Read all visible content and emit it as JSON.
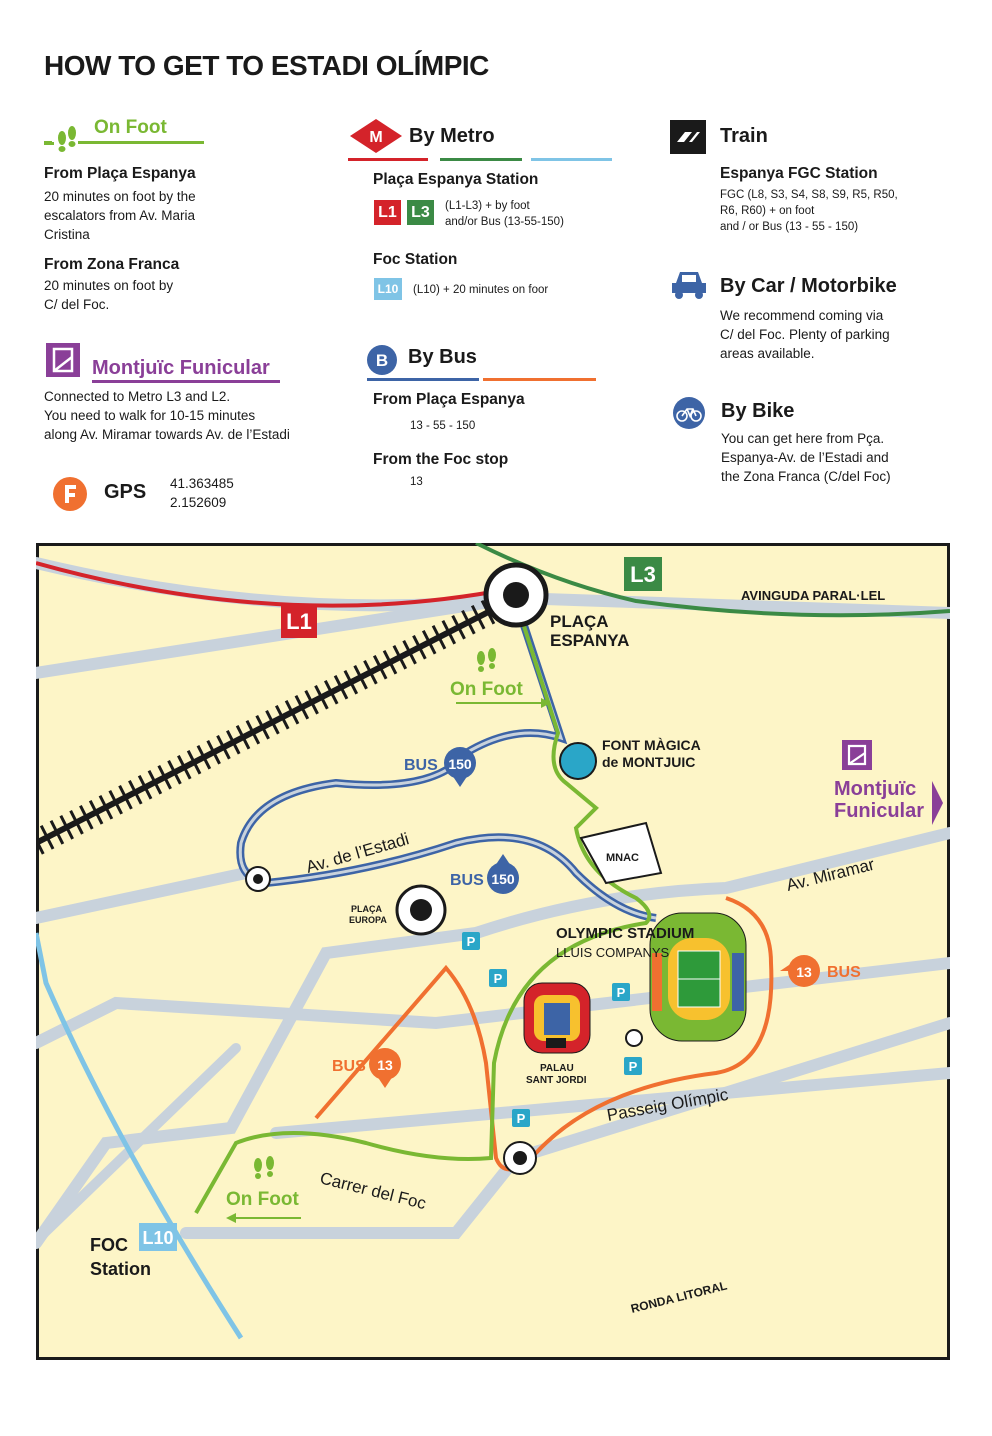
{
  "title": "HOW TO GET TO ESTADI OLÍMPIC",
  "colors": {
    "foot_green": "#7ab833",
    "metro_red": "#d4232a",
    "l3_green": "#3b8a45",
    "l10_blue": "#7fc4e6",
    "bus_blue": "#3d64a6",
    "bus_orange": "#f07030",
    "funicular_purple": "#8a3f98",
    "map_bg": "#fdf5c7",
    "road_grey": "#c8d2dc"
  },
  "on_foot": {
    "heading": "On Foot",
    "from1_title": "From Plaça Espanya",
    "from1_text": [
      "20 minutes on foot by the",
      "escalators from Av. Maria",
      "Cristina"
    ],
    "from2_title": "From Zona Franca",
    "from2_text": [
      "20 minutes on foot by",
      "C/ del Foc."
    ]
  },
  "funicular": {
    "heading": "Montjuïc Funicular",
    "text": [
      "Connected to Metro L3 and L2.",
      "You need to walk for 10-15 minutes",
      "along Av. Miramar towards Av. de l’Estadi"
    ]
  },
  "gps": {
    "label": "GPS",
    "lat": "41.363485",
    "lon": "2.152609"
  },
  "metro": {
    "icon_letter": "M",
    "heading": "By Metro",
    "station1_title": "Plaça Espanya Station",
    "line_l1": "L1",
    "line_l3": "L3",
    "station1_text": [
      "(L1-L3) + by foot",
      "and/or Bus (13-55-150)"
    ],
    "station2_title": "Foc Station",
    "line_l10": "L10",
    "station2_text": "(L10) + 20 minutes on foor"
  },
  "bus": {
    "icon_letter": "B",
    "heading": "By Bus",
    "from1_title": "From Plaça Espanya",
    "from1_lines": "13 - 55 - 150",
    "from2_title": "From the Foc stop",
    "from2_lines": "13"
  },
  "train": {
    "heading": "Train",
    "station_title": "Espanya FGC Station",
    "text": [
      "FGC (L8, S3, S4, S8, S9, R5, R50,",
      "R6, R60) + on foot",
      "and / or Bus (13 - 55 - 150)"
    ]
  },
  "car": {
    "heading": "By Car / Motorbike",
    "text": [
      "We recommend coming via",
      "C/ del Foc. Plenty of parking",
      "areas available."
    ]
  },
  "bike": {
    "heading": "By Bike",
    "text": [
      "You can get here from Pça.",
      "Espanya-Av. de l’Estadi and",
      "the Zona Franca (C/del Foc)"
    ]
  },
  "map": {
    "l1_label": "L1",
    "l3_label": "L3",
    "paralel_label": "AVINGUDA PARAL·LEL",
    "placa_espanya": [
      "PLAÇA",
      "ESPANYA"
    ],
    "on_foot_label": "On Foot",
    "font_magica": [
      "FONT MÀGICA",
      "de MONTJUIC"
    ],
    "bus_word": "BUS",
    "bus_150": "150",
    "bus_13": "13",
    "funicular": [
      "Montjuïc",
      "Funicular"
    ],
    "av_estadi": "Av. de l’Estadi",
    "mnac": "MNAC",
    "av_miramar": "Av. Miramar",
    "placa_europa": [
      "PLAÇA",
      "EUROPA"
    ],
    "parking": "P",
    "stadium_title": "OLYMPIC STADIUM",
    "stadium_sub": "LLUIS COMPANYS",
    "palau": [
      "PALAU",
      "SANT JORDI"
    ],
    "passeig_olimpic": "Passeig Olímpic",
    "carrer_foc": "Carrer del Foc",
    "foc_station": [
      "FOC",
      "Station"
    ],
    "l10_label": "L10",
    "ronda_litoral": "RONDA LITORAL"
  }
}
